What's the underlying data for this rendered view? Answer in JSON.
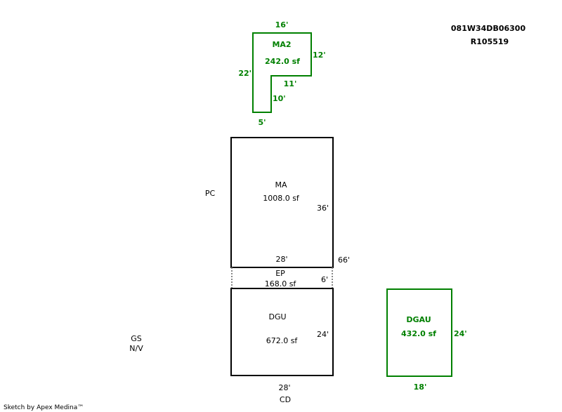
{
  "header": {
    "parcel_id": "081W34DB06300",
    "account_id": "R105519"
  },
  "colors": {
    "green": "#008000",
    "black": "#000000"
  },
  "areas": {
    "ma2": {
      "label": "MA2",
      "area": "242.0 sf",
      "dims": [
        "16'",
        "12'",
        "11'",
        "10'",
        "5'",
        "22'"
      ]
    },
    "ma": {
      "label": "MA",
      "area": "1008.0 sf",
      "width": "28'",
      "height": "36'"
    },
    "ep": {
      "label": "EP",
      "area": "168.0 sf",
      "height": "6'"
    },
    "dgu": {
      "label": "DGU",
      "area": "672.0 sf",
      "width": "28'",
      "height": "24'"
    },
    "dgau": {
      "label": "DGAU",
      "area": "432.0 sf",
      "width": "18'",
      "height": "24'"
    },
    "total_height": "66'"
  },
  "labels": {
    "pc": "PC",
    "gs": "GS",
    "nv": "N/V",
    "cd": "CD"
  },
  "footer": {
    "credit": "Sketch by Apex Medina™"
  }
}
